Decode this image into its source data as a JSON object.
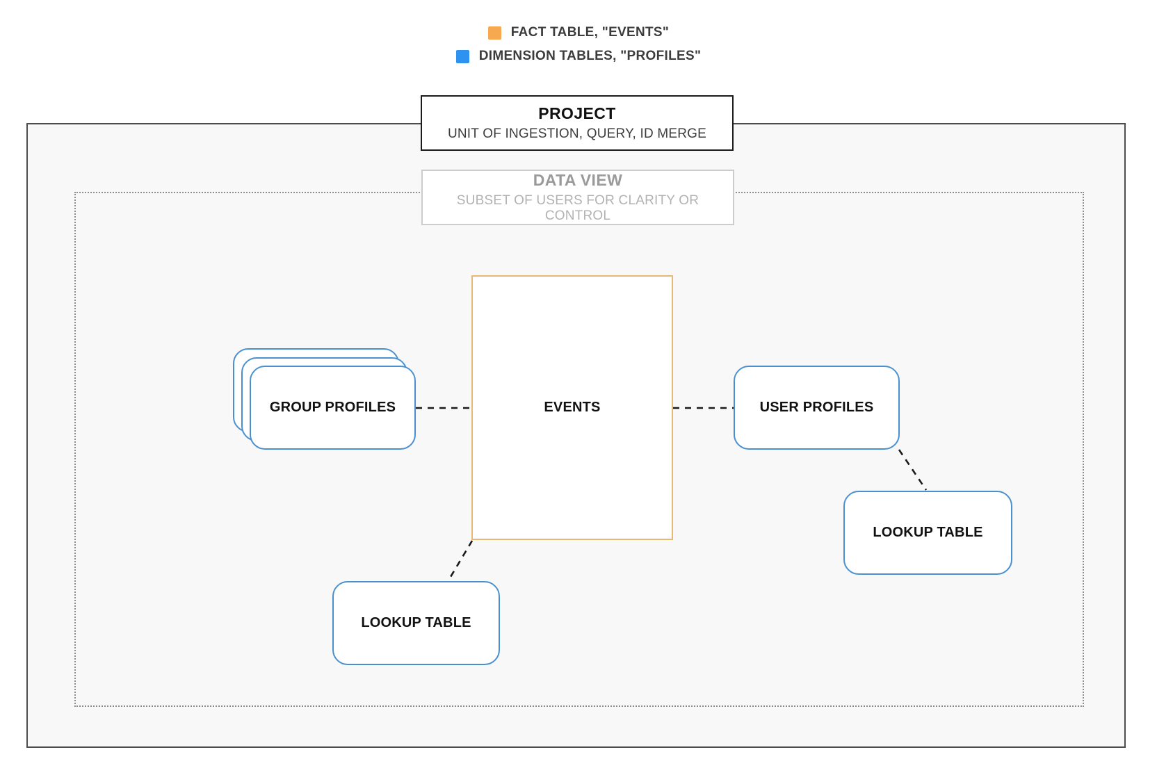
{
  "legend": {
    "items": [
      {
        "name": "fact-table",
        "label": "FACT TABLE, \"EVENTS\"",
        "color": "#F6A94E"
      },
      {
        "name": "dimension-tables",
        "label": "DIMENSION TABLES, \"PROFILES\"",
        "color": "#2E93F0"
      }
    ]
  },
  "project": {
    "title": "PROJECT",
    "subtitle": "UNIT OF INGESTION, QUERY, ID MERGE"
  },
  "data_view": {
    "title": "DATA VIEW",
    "subtitle": "SUBSET OF USERS FOR CLARITY OR CONTROL"
  },
  "nodes": {
    "events": {
      "label": "EVENTS",
      "type": "fact-table"
    },
    "group_profiles": {
      "label": "GROUP PROFILES",
      "type": "dimension-table",
      "stacked": true
    },
    "user_profiles": {
      "label": "USER PROFILES",
      "type": "dimension-table"
    },
    "lookup_table_bottom": {
      "label": "LOOKUP TABLE",
      "type": "dimension-table"
    },
    "lookup_table_right": {
      "label": "LOOKUP TABLE",
      "type": "dimension-table"
    }
  },
  "connections": [
    {
      "from": "group_profiles",
      "to": "events",
      "style": "dashed"
    },
    {
      "from": "events",
      "to": "user_profiles",
      "style": "dashed"
    },
    {
      "from": "events",
      "to": "lookup_table_bottom",
      "style": "dashed"
    },
    {
      "from": "user_profiles",
      "to": "lookup_table_right",
      "style": "dashed"
    }
  ],
  "colors": {
    "orange-fill": "#F6A94E",
    "orange-border": "#E9B878",
    "blue-fill": "#2E93F0",
    "blue-border": "#4A90CF",
    "outer-border": "#4D4D4D",
    "dotted-border": "#8C8C8C",
    "panel-bg": "#F8F8F8",
    "text-dark": "#111111",
    "text-gray": "#3C3C3C",
    "muted-title": "#9A9A9A",
    "muted-sub": "#B2B2B2",
    "connector": "#1A1A1A"
  }
}
